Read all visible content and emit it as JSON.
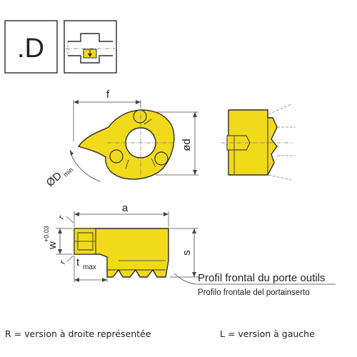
{
  "code_box": {
    "label": ".D"
  },
  "dimensions": {
    "f": "f",
    "d": "ød",
    "D": "ØD",
    "D_sub": "min",
    "a": "a",
    "w": "w",
    "w_tol": "+0.03",
    "r1": "r",
    "r2": "r",
    "s": "s",
    "t": "t",
    "t_sub": "max"
  },
  "profile": {
    "main": "Profil frontal du porte outils",
    "sub": "Profilo frontale del portainserto"
  },
  "footer": {
    "right_version": "R = version à droite représentée",
    "left_version": "L = version à gauche"
  },
  "colors": {
    "insert_fill": "#f1da1b",
    "outline": "#2a2a2a",
    "dim_line": "#444444",
    "center_line": "#777777"
  }
}
